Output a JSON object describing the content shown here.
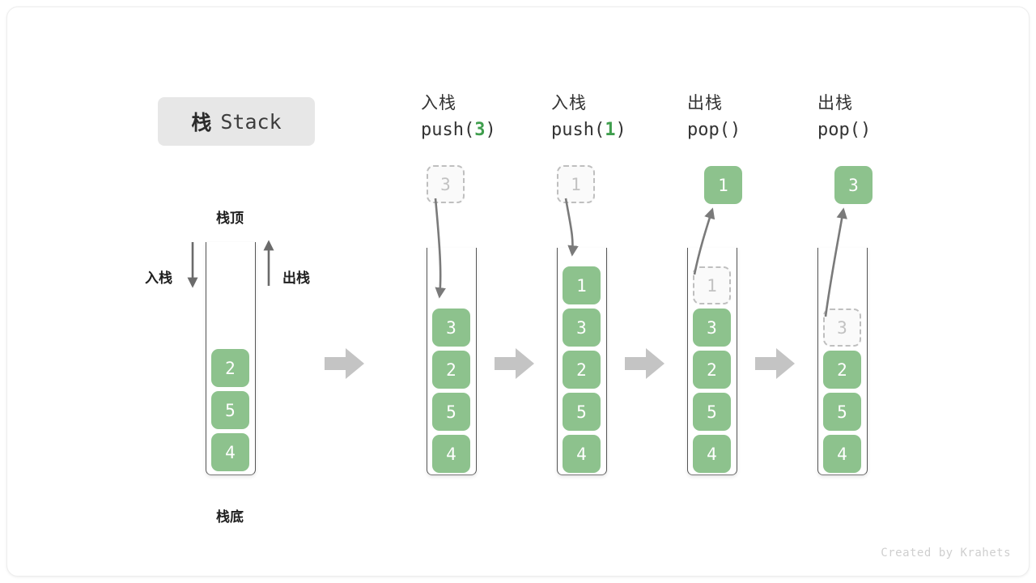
{
  "title": {
    "cn": "栈",
    "en": "Stack"
  },
  "labels": {
    "top": "栈顶",
    "bottom": "栈底",
    "push": "入栈",
    "pop": "出栈"
  },
  "footer": "Created by Krahets",
  "colors": {
    "element_green": "#8dc28d",
    "accent_green": "#3f9e4d",
    "ghost_border": "#bfbfbf",
    "ghost_text": "#c2c2c2",
    "arrow_gray": "#7a7a7a",
    "step_arrow_gray": "#c4c4c4",
    "badge_bg": "#e7e7e7"
  },
  "initial_stack": {
    "name": "栈 Stack",
    "elements": [
      "2",
      "5",
      "4"
    ],
    "top_label": "栈顶",
    "bottom_label": "栈底",
    "in_label": "入栈",
    "out_label": "出栈"
  },
  "steps": [
    {
      "op_cn": "入栈",
      "op_code_prefix": "push(",
      "op_code_arg": "3",
      "op_code_suffix": ")",
      "floating": {
        "value": "3",
        "style": "ghost"
      },
      "stack": [
        {
          "value": "3",
          "style": "solid"
        },
        {
          "value": "2",
          "style": "solid"
        },
        {
          "value": "5",
          "style": "solid"
        },
        {
          "value": "4",
          "style": "solid"
        }
      ],
      "motion": "down"
    },
    {
      "op_cn": "入栈",
      "op_code_prefix": "push(",
      "op_code_arg": "1",
      "op_code_suffix": ")",
      "floating": {
        "value": "1",
        "style": "ghost"
      },
      "stack": [
        {
          "value": "1",
          "style": "solid"
        },
        {
          "value": "3",
          "style": "solid"
        },
        {
          "value": "2",
          "style": "solid"
        },
        {
          "value": "5",
          "style": "solid"
        },
        {
          "value": "4",
          "style": "solid"
        }
      ],
      "motion": "down"
    },
    {
      "op_cn": "出栈",
      "op_code_prefix": "pop(",
      "op_code_arg": "",
      "op_code_suffix": ")",
      "floating": {
        "value": "1",
        "style": "solid"
      },
      "stack": [
        {
          "value": "1",
          "style": "ghost"
        },
        {
          "value": "3",
          "style": "solid"
        },
        {
          "value": "2",
          "style": "solid"
        },
        {
          "value": "5",
          "style": "solid"
        },
        {
          "value": "4",
          "style": "solid"
        }
      ],
      "motion": "up"
    },
    {
      "op_cn": "出栈",
      "op_code_prefix": "pop(",
      "op_code_arg": "",
      "op_code_suffix": ")",
      "floating": {
        "value": "3",
        "style": "solid"
      },
      "stack": [
        {
          "value": "3",
          "style": "ghost"
        },
        {
          "value": "2",
          "style": "solid"
        },
        {
          "value": "5",
          "style": "solid"
        },
        {
          "value": "4",
          "style": "solid"
        }
      ],
      "motion": "up"
    }
  ]
}
